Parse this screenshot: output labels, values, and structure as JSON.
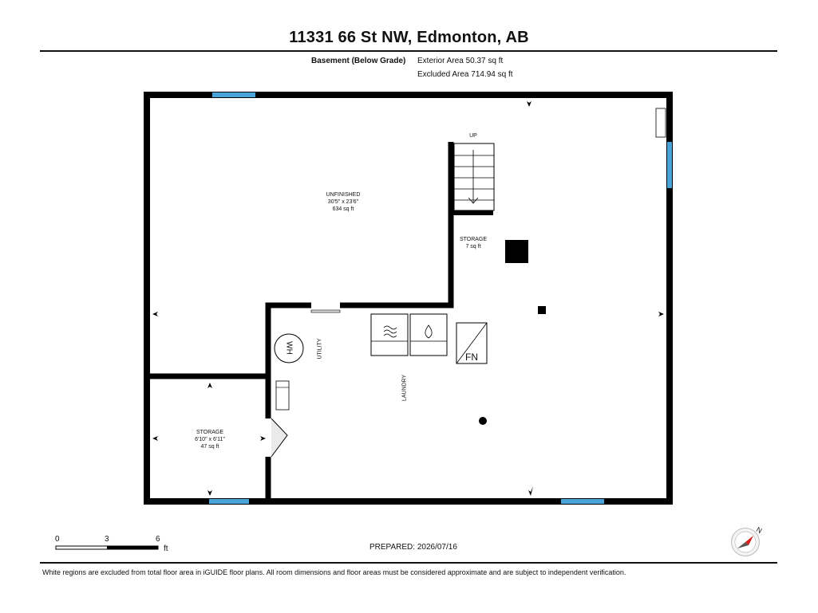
{
  "header": {
    "title": "11331 66 St NW, Edmonton, AB",
    "floor_label": "Basement (Below Grade)",
    "exterior_area": "Exterior Area 50.37 sq ft",
    "excluded_area": "Excluded Area 714.94 sq ft"
  },
  "rooms": {
    "unfinished": {
      "name": "UNFINISHED",
      "dims": "30'5\" x 23'6\"",
      "area": "634 sq ft"
    },
    "storage_small": {
      "name": "STORAGE",
      "area": "7 sq ft"
    },
    "storage": {
      "name": "STORAGE",
      "dims": "6'10\" x 6'11\"",
      "area": "47 sq ft"
    },
    "utility": {
      "name": "UTILITY"
    },
    "laundry": {
      "name": "LAUNDRY"
    },
    "stairs": {
      "label": "UP"
    },
    "water_heater": {
      "label": "WH"
    },
    "furnace": {
      "label": "FN"
    }
  },
  "scale_bar": {
    "ticks": [
      "0",
      "3",
      "6"
    ],
    "unit": "ft"
  },
  "prepared": "PREPARED: 2026/07/16",
  "disclaimer": "White regions are excluded from total floor area in iGUIDE floor plans. All room dimensions and floor areas must be considered approximate and are subject to independent verification.",
  "compass": {
    "north_label": "N",
    "icon": "compass-icon"
  },
  "colors": {
    "wall": "#000000",
    "window": "#4aa3d8",
    "line": "#111111"
  }
}
